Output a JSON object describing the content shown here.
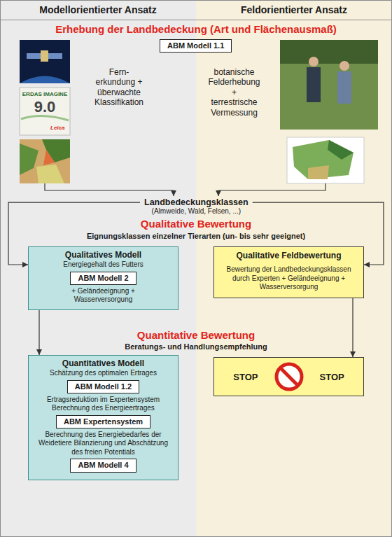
{
  "diagram": {
    "nodes": [
      {
        "text": [
          "ABM Modell 1.1"
        ]
      },
      {
        "text": [
          "Landbedeckungsklassen",
          "(Almweide, Wald, Felsen, ...)"
        ]
      },
      {
        "text": [
          "Qualitatives Modell",
          "Energiegehalt des Futters",
          "+ Geländeeignung + Wasserversorgung"
        ]
      },
      {
        "text": [
          "ABM Modell 2"
        ],
        "in": 2
      },
      {
        "text": [
          "Qualitative Feldbewertung",
          "Bewertung der Landbedeckungsklassen durch Experten + Geländeeignung + Wasserversorgung"
        ]
      },
      {
        "text": [
          "Quantitatives Modell",
          "Schätzung des optimalen Ertrages",
          "Ertragsreduktion im Expertensystem Berechnung des Energieertrages",
          "Berechnung des Energiebedarfes der Weidetiere Bilanzierung und Abschätzung des freien Potentials"
        ]
      },
      {
        "text": [
          "ABM Modell 1.2"
        ],
        "in": 5
      },
      {
        "text": [
          "ABM Expertensystem"
        ],
        "in": 5
      },
      {
        "text": [
          "ABM Modell 4"
        ],
        "in": 5
      },
      {
        "text": [
          "STOP",
          "STOP"
        ]
      }
    ],
    "edges": [
      {
        "from": 1,
        "to": 2,
        "arrow": "to"
      },
      {
        "from": 1,
        "to": 4,
        "arrow": "to"
      },
      {
        "from": 2,
        "to": 5,
        "arrow": "to"
      },
      {
        "from": 4,
        "to": 9,
        "arrow": "to"
      }
    ],
    "labels": [
      "Modellorientierter Ansatz",
      "Feldorientierter Ansatz",
      "Erhebung der Landbedeckung (Art und Flächenausmaß)",
      "Fern- erkundung + überwachte Klassifikation",
      "botanische Felderhebung + terrestrische Vermessung",
      "Qualitative Bewertung",
      "Eignungsklassen einzelner Tierarten (un- bis sehr geeignet)",
      "Quantitative Bewertung",
      "Beratungs- und Handlungsempfehlung",
      "ERDAS IMAGINE",
      "9.0",
      "Leica"
    ]
  }
}
